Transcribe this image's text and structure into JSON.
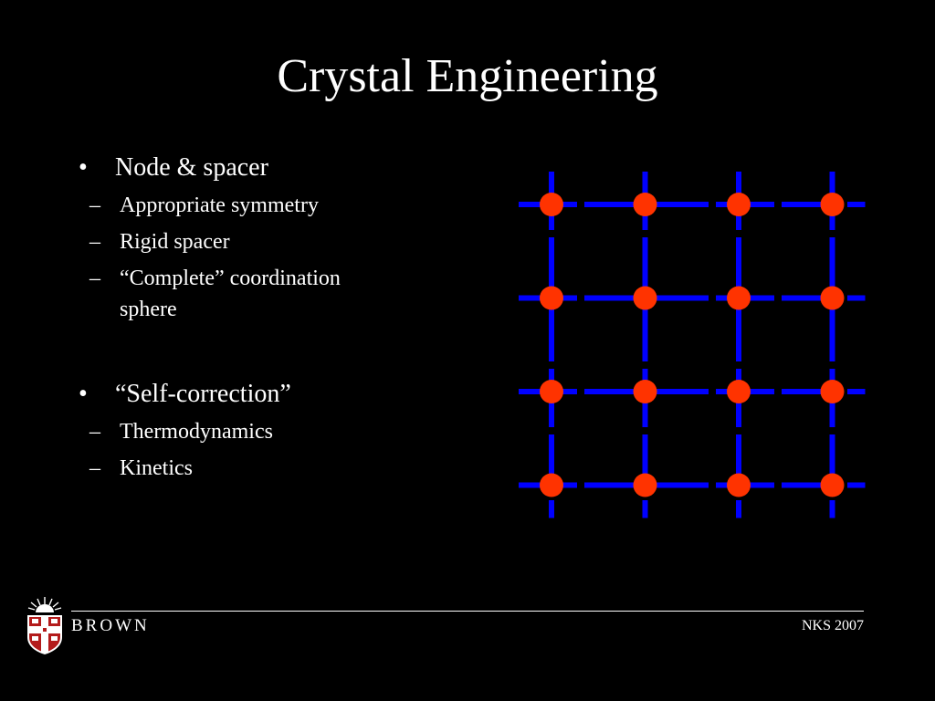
{
  "slide": {
    "title": "Crystal Engineering",
    "bullets": [
      {
        "text": "Node & spacer",
        "sub": [
          "Appropriate symmetry",
          "Rigid spacer",
          "“Complete” coordination sphere"
        ]
      },
      {
        "text": "“Self-correction”",
        "sub": [
          "Thermodynamics",
          "Kinetics"
        ]
      }
    ]
  },
  "lattice": {
    "rows": 4,
    "columns": 4,
    "node_color": "#ff3300",
    "spacer_color": "#0000ff"
  },
  "footer": {
    "brand": "BROWN",
    "right_text": "NKS 2007"
  },
  "colors": {
    "background": "#000000",
    "text": "#ffffff"
  }
}
